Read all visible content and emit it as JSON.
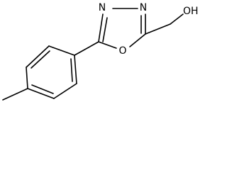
{
  "molecule": {
    "atoms": {
      "n_left": "N",
      "n_right": "N",
      "o_ring": "O",
      "hydroxyl": "OH"
    }
  }
}
